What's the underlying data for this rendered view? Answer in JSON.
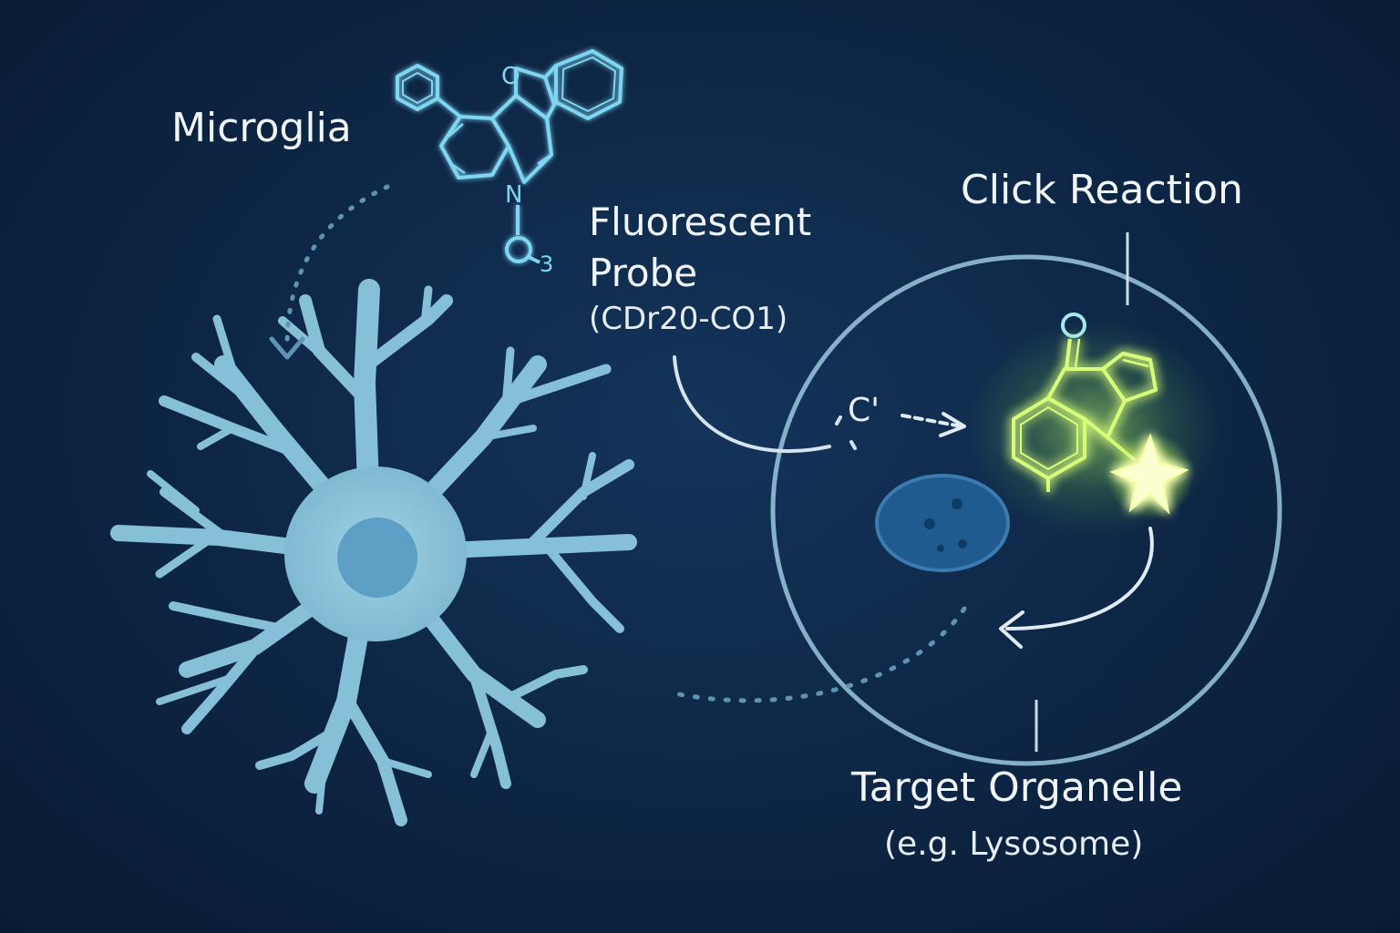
{
  "labels": {
    "microglia": "Microglia",
    "probe_title_line1": "Fluorescent",
    "probe_title_line2": "Probe",
    "probe_code": "(CDr20-CO1)",
    "click_reaction": "Click Reaction",
    "target_title": "Target Organelle",
    "target_subtitle": "(e.g. Lysosome)"
  },
  "molecule_atoms": {
    "oxygen_top": "O",
    "nitrogen": "N",
    "methyl_o": "O",
    "methyl_sub": "3",
    "reactant_c": "C'",
    "product_o": "O"
  },
  "colors": {
    "background": "#0d2544",
    "cell_fill": "#8cc4da",
    "nucleus_fill": "#5b9bc3",
    "molecule_stroke": "#7fd6f2",
    "glow_green": "#d8ff7a",
    "circle_stroke": "#9bc8de",
    "arrow_stroke": "#d0e2ee"
  },
  "icons": {
    "microglia_cell": "microglia-cell-icon",
    "target_cell": "target-cell-icon",
    "organelle": "lysosome-icon",
    "spark": "fluorescence-spark-icon"
  }
}
